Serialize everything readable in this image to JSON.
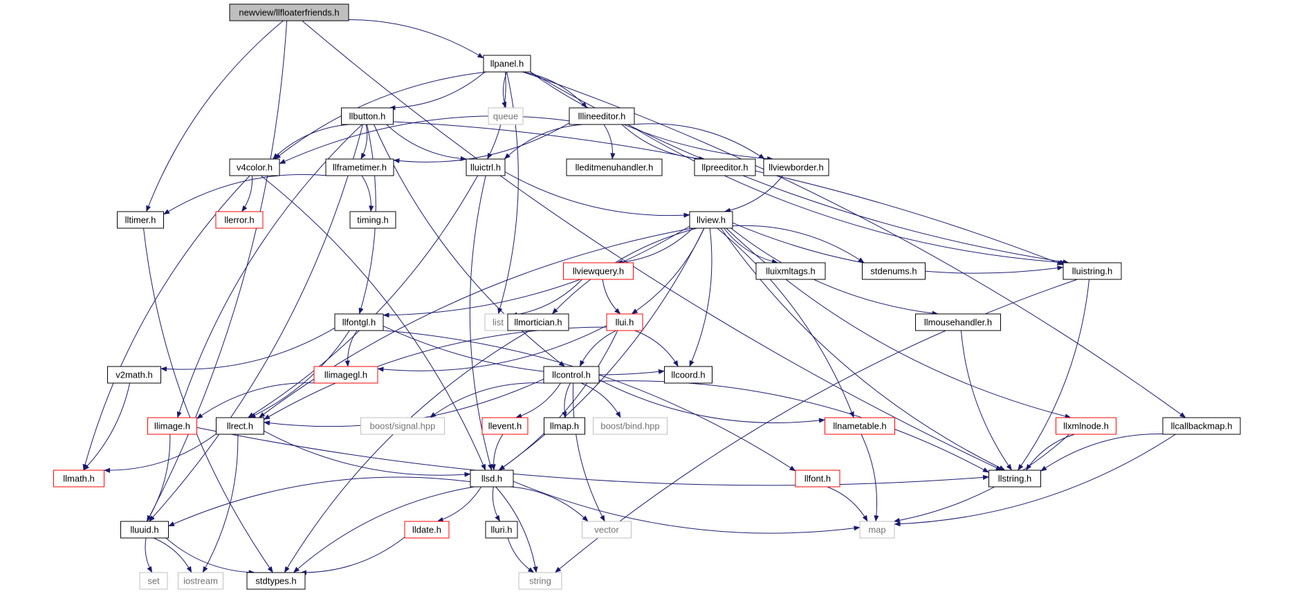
{
  "colors": {
    "root_fill": "#bfbfbf",
    "node_fill": "#ffffff",
    "border_normal": "#000000",
    "border_truncated": "#ff0000",
    "border_system": "#bfbfbf",
    "label_normal": "#000000",
    "label_system": "#737373",
    "edge": "#191970"
  },
  "nodes": [
    {
      "id": "root",
      "label": "newview/llfloaterfriends.h",
      "kind": "root"
    },
    {
      "id": "llpanel",
      "label": "llpanel.h",
      "kind": "normal"
    },
    {
      "id": "llbutton",
      "label": "llbutton.h",
      "kind": "normal"
    },
    {
      "id": "queue",
      "label": "queue",
      "kind": "system"
    },
    {
      "id": "lllineeditor",
      "label": "lllineeditor.h",
      "kind": "normal"
    },
    {
      "id": "v4color",
      "label": "v4color.h",
      "kind": "normal"
    },
    {
      "id": "llframetimer",
      "label": "llframetimer.h",
      "kind": "normal"
    },
    {
      "id": "lluictrl",
      "label": "lluictrl.h",
      "kind": "normal"
    },
    {
      "id": "lleditmenuhandler",
      "label": "lleditmenuhandler.h",
      "kind": "normal"
    },
    {
      "id": "llpreeditor",
      "label": "llpreeditor.h",
      "kind": "normal"
    },
    {
      "id": "llviewborder",
      "label": "llviewborder.h",
      "kind": "normal"
    },
    {
      "id": "lltimer",
      "label": "lltimer.h",
      "kind": "normal"
    },
    {
      "id": "llerror",
      "label": "llerror.h",
      "kind": "truncated"
    },
    {
      "id": "timing",
      "label": "timing.h",
      "kind": "normal"
    },
    {
      "id": "llview",
      "label": "llview.h",
      "kind": "normal"
    },
    {
      "id": "llviewquery",
      "label": "llviewquery.h",
      "kind": "truncated"
    },
    {
      "id": "lluixmltags",
      "label": "lluixmltags.h",
      "kind": "normal"
    },
    {
      "id": "stdenums",
      "label": "stdenums.h",
      "kind": "normal"
    },
    {
      "id": "lluistring",
      "label": "lluistring.h",
      "kind": "normal"
    },
    {
      "id": "llfontgl",
      "label": "llfontgl.h",
      "kind": "normal"
    },
    {
      "id": "list",
      "label": "list",
      "kind": "system"
    },
    {
      "id": "llmortician",
      "label": "llmortician.h",
      "kind": "normal"
    },
    {
      "id": "llui",
      "label": "llui.h",
      "kind": "truncated"
    },
    {
      "id": "llmousehandler",
      "label": "llmousehandler.h",
      "kind": "normal"
    },
    {
      "id": "v2math",
      "label": "v2math.h",
      "kind": "normal"
    },
    {
      "id": "llimagegl",
      "label": "llimagegl.h",
      "kind": "truncated"
    },
    {
      "id": "llcontrol",
      "label": "llcontrol.h",
      "kind": "normal"
    },
    {
      "id": "llcoord",
      "label": "llcoord.h",
      "kind": "normal"
    },
    {
      "id": "llimage",
      "label": "llimage.h",
      "kind": "truncated"
    },
    {
      "id": "llrect",
      "label": "llrect.h",
      "kind": "normal"
    },
    {
      "id": "boostsignal",
      "label": "boost/signal.hpp",
      "kind": "system"
    },
    {
      "id": "llevent",
      "label": "llevent.h",
      "kind": "truncated"
    },
    {
      "id": "llmap",
      "label": "llmap.h",
      "kind": "normal"
    },
    {
      "id": "boostbind",
      "label": "boost/bind.hpp",
      "kind": "system"
    },
    {
      "id": "llnametable",
      "label": "llnametable.h",
      "kind": "truncated"
    },
    {
      "id": "llxmlnode",
      "label": "llxmlnode.h",
      "kind": "truncated"
    },
    {
      "id": "llcallbackmap",
      "label": "llcallbackmap.h",
      "kind": "normal"
    },
    {
      "id": "llmath",
      "label": "llmath.h",
      "kind": "truncated"
    },
    {
      "id": "llsd",
      "label": "llsd.h",
      "kind": "normal"
    },
    {
      "id": "llfont",
      "label": "llfont.h",
      "kind": "truncated"
    },
    {
      "id": "llstring",
      "label": "llstring.h",
      "kind": "normal"
    },
    {
      "id": "lluuid",
      "label": "lluuid.h",
      "kind": "normal"
    },
    {
      "id": "lldate",
      "label": "lldate.h",
      "kind": "truncated"
    },
    {
      "id": "lluri",
      "label": "lluri.h",
      "kind": "normal"
    },
    {
      "id": "vector",
      "label": "vector",
      "kind": "system"
    },
    {
      "id": "map",
      "label": "map",
      "kind": "system"
    },
    {
      "id": "set",
      "label": "set",
      "kind": "system"
    },
    {
      "id": "iostream",
      "label": "iostream",
      "kind": "system"
    },
    {
      "id": "stdtypes",
      "label": "stdtypes.h",
      "kind": "normal"
    },
    {
      "id": "string",
      "label": "string",
      "kind": "system"
    }
  ],
  "edges": [
    {
      "from": "root",
      "to": "llpanel"
    },
    {
      "from": "root",
      "to": "lltimer"
    },
    {
      "from": "root",
      "to": "lluuid"
    },
    {
      "from": "root",
      "to": "llstring"
    },
    {
      "from": "llpanel",
      "to": "llbutton"
    },
    {
      "from": "llpanel",
      "to": "queue"
    },
    {
      "from": "llpanel",
      "to": "lllineeditor"
    },
    {
      "from": "llpanel",
      "to": "v4color"
    },
    {
      "from": "llpanel",
      "to": "lluictrl"
    },
    {
      "from": "llpanel",
      "to": "llviewborder"
    },
    {
      "from": "llpanel",
      "to": "list"
    },
    {
      "from": "llpanel",
      "to": "lluistring"
    },
    {
      "from": "llpanel",
      "to": "llcallbackmap"
    },
    {
      "from": "llbutton",
      "to": "v4color"
    },
    {
      "from": "llbutton",
      "to": "llframetimer"
    },
    {
      "from": "llbutton",
      "to": "lluictrl"
    },
    {
      "from": "llbutton",
      "to": "llfontgl"
    },
    {
      "from": "llbutton",
      "to": "llimage"
    },
    {
      "from": "llbutton",
      "to": "lluuid"
    },
    {
      "from": "llbutton",
      "to": "llcontrol"
    },
    {
      "from": "llbutton",
      "to": "lluistring"
    },
    {
      "from": "lllineeditor",
      "to": "v4color"
    },
    {
      "from": "lllineeditor",
      "to": "llframetimer"
    },
    {
      "from": "lllineeditor",
      "to": "lluictrl"
    },
    {
      "from": "lllineeditor",
      "to": "lleditmenuhandler"
    },
    {
      "from": "lllineeditor",
      "to": "llpreeditor"
    },
    {
      "from": "lllineeditor",
      "to": "llviewborder"
    },
    {
      "from": "lllineeditor",
      "to": "lluistring"
    },
    {
      "from": "v4color",
      "to": "llerror"
    },
    {
      "from": "v4color",
      "to": "llmath"
    },
    {
      "from": "v4color",
      "to": "llsd"
    },
    {
      "from": "llframetimer",
      "to": "lltimer"
    },
    {
      "from": "llframetimer",
      "to": "timing"
    },
    {
      "from": "lluictrl",
      "to": "llview"
    },
    {
      "from": "lluictrl",
      "to": "llrect"
    },
    {
      "from": "lluictrl",
      "to": "llsd"
    },
    {
      "from": "llviewborder",
      "to": "llview"
    },
    {
      "from": "lltimer",
      "to": "stdtypes"
    },
    {
      "from": "llview",
      "to": "llviewquery"
    },
    {
      "from": "llview",
      "to": "lluixmltags"
    },
    {
      "from": "llview",
      "to": "stdenums"
    },
    {
      "from": "llview",
      "to": "lluistring"
    },
    {
      "from": "llview",
      "to": "llfontgl"
    },
    {
      "from": "llview",
      "to": "llmortician"
    },
    {
      "from": "llview",
      "to": "llui"
    },
    {
      "from": "llview",
      "to": "llmousehandler"
    },
    {
      "from": "llview",
      "to": "llcoord"
    },
    {
      "from": "llview",
      "to": "llrect"
    },
    {
      "from": "llview",
      "to": "llnametable"
    },
    {
      "from": "llview",
      "to": "llxmlnode"
    },
    {
      "from": "llview",
      "to": "llsd"
    },
    {
      "from": "llview",
      "to": "llstring"
    },
    {
      "from": "llviewquery",
      "to": "list"
    },
    {
      "from": "llviewquery",
      "to": "llui"
    },
    {
      "from": "lluistring",
      "to": "llstring"
    },
    {
      "from": "lluistring",
      "to": "string"
    },
    {
      "from": "llfontgl",
      "to": "v2math"
    },
    {
      "from": "llfontgl",
      "to": "llimagegl"
    },
    {
      "from": "llfontgl",
      "to": "llrect"
    },
    {
      "from": "llfontgl",
      "to": "llcoord"
    },
    {
      "from": "llfontgl",
      "to": "llfont"
    },
    {
      "from": "llmortician",
      "to": "stdtypes"
    },
    {
      "from": "llui",
      "to": "llimagegl"
    },
    {
      "from": "llui",
      "to": "llcontrol"
    },
    {
      "from": "llui",
      "to": "llcoord"
    },
    {
      "from": "llui",
      "to": "llrect"
    },
    {
      "from": "llui",
      "to": "llsd"
    },
    {
      "from": "llmousehandler",
      "to": "llstring"
    },
    {
      "from": "v2math",
      "to": "llmath"
    },
    {
      "from": "llimagegl",
      "to": "llimage"
    },
    {
      "from": "llcontrol",
      "to": "llrect"
    },
    {
      "from": "llcontrol",
      "to": "boostsignal"
    },
    {
      "from": "llcontrol",
      "to": "llevent"
    },
    {
      "from": "llcontrol",
      "to": "llmap"
    },
    {
      "from": "llcontrol",
      "to": "boostbind"
    },
    {
      "from": "llcontrol",
      "to": "llnametable"
    },
    {
      "from": "llcontrol",
      "to": "llstring"
    },
    {
      "from": "llcontrol",
      "to": "vector"
    },
    {
      "from": "llimage",
      "to": "lluuid"
    },
    {
      "from": "llimage",
      "to": "llstring"
    },
    {
      "from": "llrect",
      "to": "llmath"
    },
    {
      "from": "llrect",
      "to": "llsd"
    },
    {
      "from": "llrect",
      "to": "iostream"
    },
    {
      "from": "llevent",
      "to": "llsd"
    },
    {
      "from": "llnametable",
      "to": "map"
    },
    {
      "from": "llxmlnode",
      "to": "llstring"
    },
    {
      "from": "llxmlnode",
      "to": "map"
    },
    {
      "from": "llcallbackmap",
      "to": "llstring"
    },
    {
      "from": "llcallbackmap",
      "to": "map"
    },
    {
      "from": "llsd",
      "to": "lluuid"
    },
    {
      "from": "llsd",
      "to": "lldate"
    },
    {
      "from": "llsd",
      "to": "lluri"
    },
    {
      "from": "llsd",
      "to": "vector"
    },
    {
      "from": "llsd",
      "to": "map"
    },
    {
      "from": "llsd",
      "to": "string"
    },
    {
      "from": "llsd",
      "to": "stdtypes"
    },
    {
      "from": "llfont",
      "to": "map"
    },
    {
      "from": "lluuid",
      "to": "set"
    },
    {
      "from": "lluuid",
      "to": "iostream"
    },
    {
      "from": "lluuid",
      "to": "stdtypes"
    },
    {
      "from": "lldate",
      "to": "stdtypes"
    },
    {
      "from": "lluri",
      "to": "string"
    }
  ]
}
